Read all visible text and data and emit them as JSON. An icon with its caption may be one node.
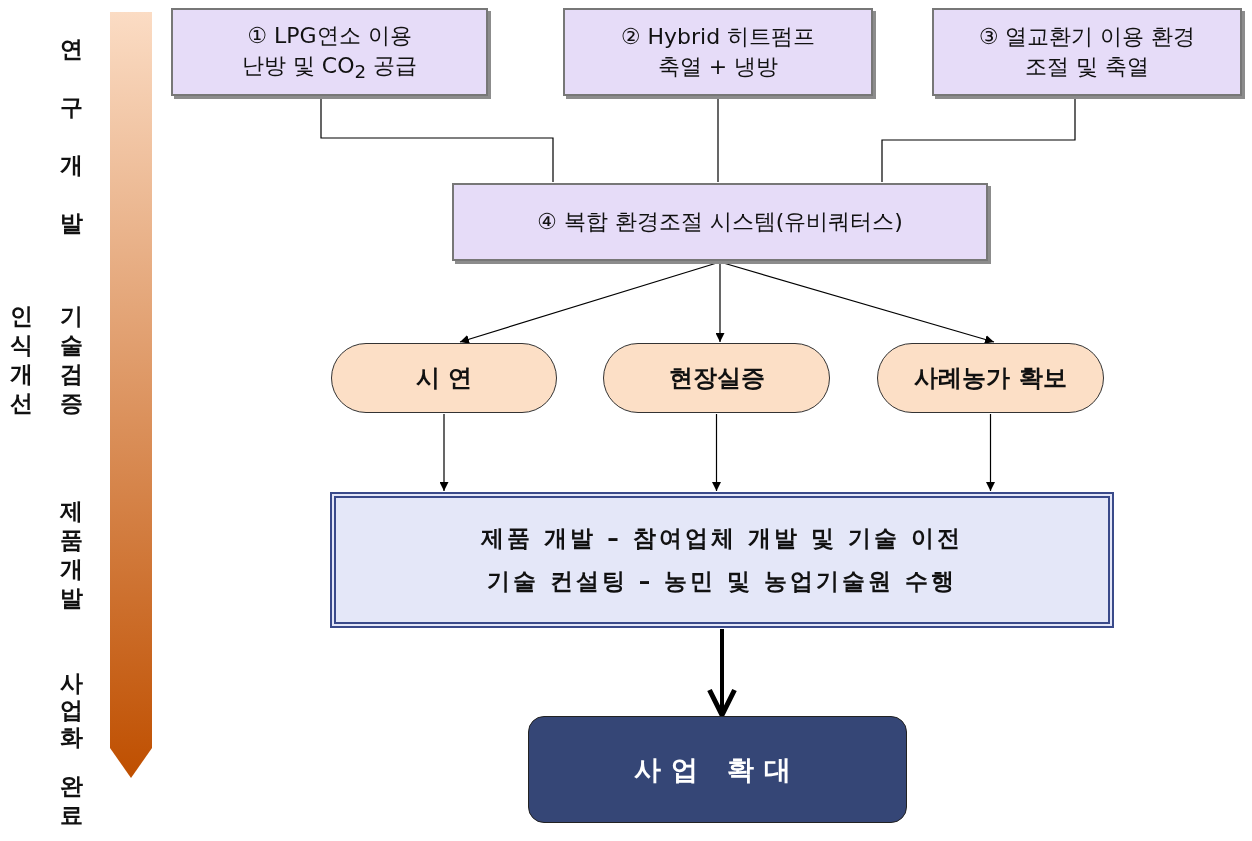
{
  "diagram": {
    "nodes": [
      {
        "text": [
          "① LPG연소 이용 난방 및 CO$_{2}$ 공급"
        ]
      },
      {
        "text": [
          "② Hybrid 히트펌프 축열 + 냉방"
        ]
      },
      {
        "text": [
          "③ 열교환기 이용 환경 조절 및 축열"
        ]
      },
      {
        "text": [
          "④ 복합 환경조절 시스템(유비쿼터스)"
        ]
      },
      {
        "text": [
          "시 연"
        ]
      },
      {
        "text": [
          "현장실증"
        ]
      },
      {
        "text": [
          "사례농가 확보"
        ]
      },
      {
        "text": [
          "제품 개발 – 참여업체 개발 및 기술 이전",
          "기술 컨설팅 – 농민 및 농업기술원 수행"
        ]
      },
      {
        "text": [
          "사업 확대"
        ]
      }
    ],
    "edges": [
      {
        "from": 0,
        "to": 3,
        "arrow": "none"
      },
      {
        "from": 1,
        "to": 3,
        "arrow": "none"
      },
      {
        "from": 2,
        "to": 3,
        "arrow": "none"
      },
      {
        "from": 3,
        "to": 4,
        "arrow": "to"
      },
      {
        "from": 3,
        "to": 5,
        "arrow": "to"
      },
      {
        "from": 3,
        "to": 6,
        "arrow": "to"
      },
      {
        "from": 4,
        "to": 7,
        "arrow": "to"
      },
      {
        "from": 5,
        "to": 7,
        "arrow": "to"
      },
      {
        "from": 6,
        "to": 7,
        "arrow": "to"
      },
      {
        "from": 7,
        "to": 8,
        "arrow": "to",
        "style": "thick"
      }
    ],
    "labels": [
      "연구개발",
      "인식개선",
      "기술검증",
      "제품개발",
      "사업화",
      "완료"
    ]
  }
}
